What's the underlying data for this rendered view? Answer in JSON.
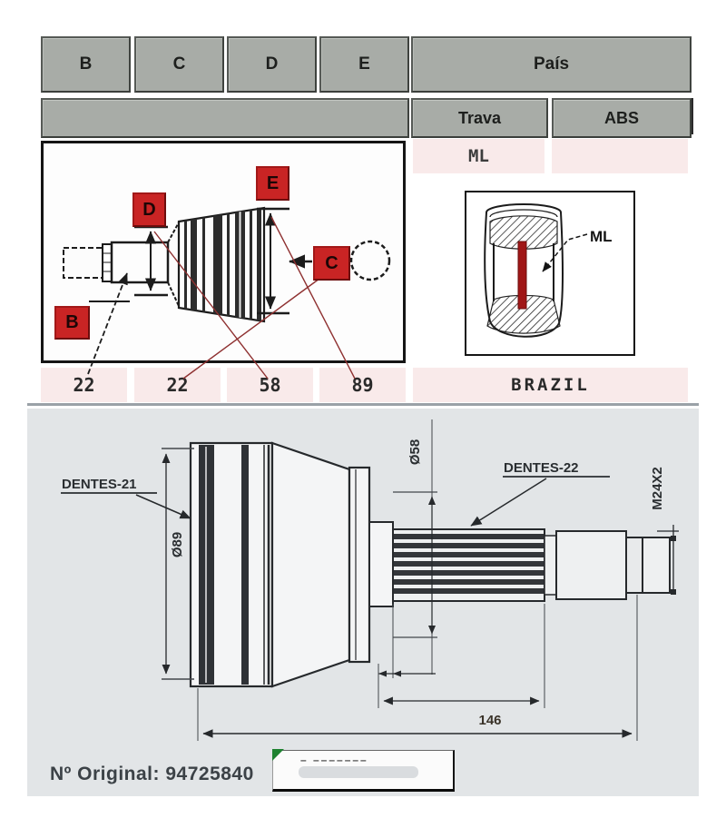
{
  "table": {
    "col_b": "B",
    "col_c": "C",
    "col_d": "D",
    "col_e": "E",
    "col_pais": "País",
    "col_trava": "Trava",
    "col_abs": "ABS",
    "val_b": "22",
    "val_c": "22",
    "val_d": "58",
    "val_e": "89",
    "val_trava": "ML",
    "val_abs": "",
    "val_pais": "BRAZIL"
  },
  "callouts": {
    "b": "B",
    "c": "C",
    "d": "D",
    "e": "E"
  },
  "lock_diagram": {
    "label": "ML"
  },
  "drawing": {
    "dentes_left": "DENTES-21",
    "dentes_right": "DENTES-22",
    "dia_outer": "Ø89",
    "dia_inner": "Ø58",
    "thread": "M24X2",
    "overall_length": "146"
  },
  "footer": {
    "original_label": "Nº Original:",
    "original_number": "94725840",
    "censored_marks": "– –––––––"
  },
  "colors": {
    "callout_red": "#c92424",
    "lock_ring_red": "#a01616",
    "leader_dark_red": "#8e3030",
    "row_pink": "#f9eaea",
    "button_gray": "#a8aca7",
    "panel_gray": "#e2e5e7",
    "drawing_line": "#26292c",
    "corner_green": "#1e8230"
  }
}
